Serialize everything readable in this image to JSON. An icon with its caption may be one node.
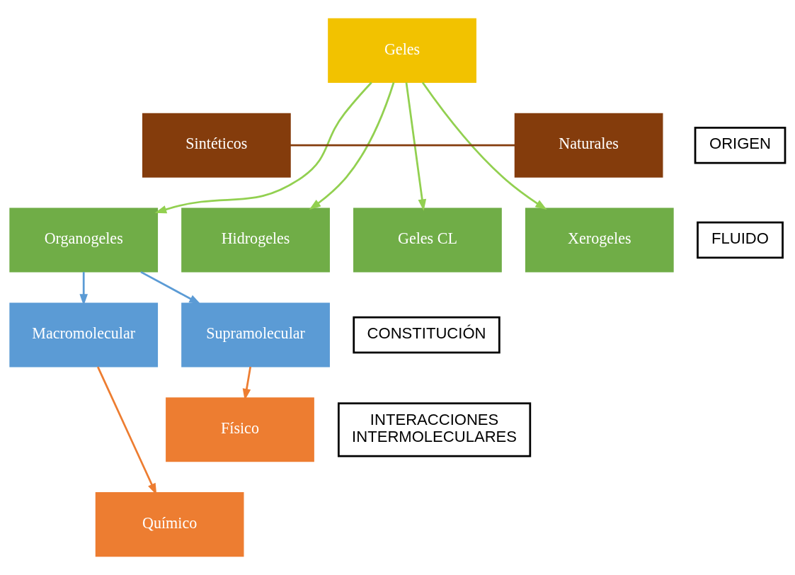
{
  "diagram": {
    "nodes": [
      {
        "text": [
          "Geles"
        ]
      },
      {
        "text": [
          "ORIGEN"
        ]
      },
      {
        "text": [
          "Naturales"
        ]
      },
      {
        "text": [
          "Sintéticos"
        ]
      },
      {
        "text": [
          "FLUIDO"
        ]
      },
      {
        "text": [
          "Organogeles"
        ]
      },
      {
        "text": [
          "Hidrogeles"
        ]
      },
      {
        "text": [
          "Geles CL"
        ]
      },
      {
        "text": [
          "Xerogeles"
        ]
      },
      {
        "text": [
          "Supramolecular"
        ]
      },
      {
        "text": [
          "Macromolecular"
        ]
      },
      {
        "text": [
          "CONSTITUCIÓN"
        ]
      },
      {
        "text": [
          "Físico"
        ]
      },
      {
        "text": [
          "INTERACCIONES INTERMOLECULARES"
        ]
      },
      {
        "text": [
          "Químico"
        ]
      }
    ],
    "edges": [
      {
        "from": 2,
        "to": 3,
        "arrow": "none",
        "color": "#843c0c"
      },
      {
        "from": 0,
        "to": 5,
        "arrow": "to"
      },
      {
        "from": 0,
        "to": 6,
        "arrow": "to"
      },
      {
        "from": 0,
        "to": 7,
        "arrow": "to"
      },
      {
        "from": 0,
        "to": 8,
        "arrow": "to"
      },
      {
        "from": 5,
        "to": 9,
        "arrow": "to",
        "color": "#5b9bd5"
      },
      {
        "from": 5,
        "to": 10,
        "arrow": "to",
        "color": "#5b9bd5"
      },
      {
        "from": 9,
        "to": 12,
        "arrow": "to",
        "color": "#ed7d31"
      },
      {
        "from": 10,
        "to": 14,
        "arrow": "to",
        "color": "#ed7d31"
      }
    ]
  }
}
